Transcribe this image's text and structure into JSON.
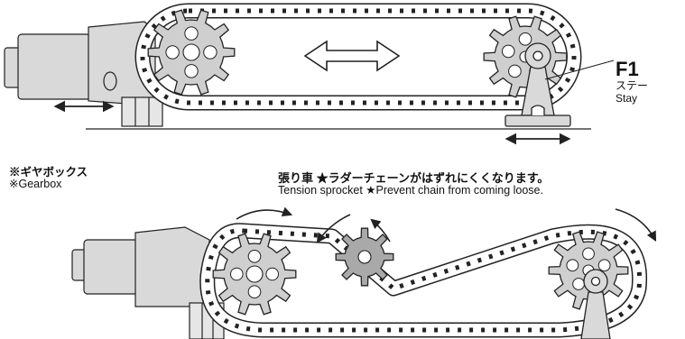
{
  "labels": {
    "part_id": "F1",
    "stay_jp": "ステー",
    "stay_en": "Stay",
    "gearbox_jp": "※ギヤボックス",
    "gearbox_en": "※Gearbox",
    "tension_jp": "張り車 ★ラダーチェーンがはずれにくくなります。",
    "tension_en": "Tension sprocket ★Prevent chain from coming loose."
  },
  "colors": {
    "line": "#222222",
    "part_fill": "#d9d9d9",
    "sprocket_fill": "#cfcfcf",
    "tension_fill": "#a9a9a9",
    "chain_fill": "#ffffff",
    "background": "#ffffff"
  },
  "icons": [
    "adjust-double-arrow-icon",
    "rotation-arrow-icon"
  ]
}
